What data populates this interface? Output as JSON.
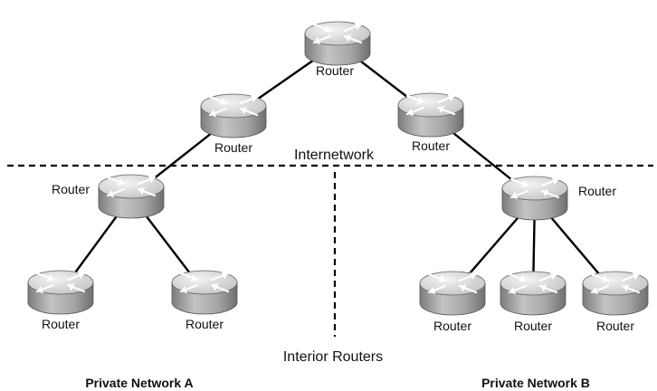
{
  "router_label": "Router",
  "region_labels": {
    "internetwork": "Internetwork",
    "interior": "Interior Routers",
    "network_a": "Private Network A",
    "network_b": "Private Network B"
  },
  "routers": [
    {
      "id": "core"
    },
    {
      "id": "left-mid"
    },
    {
      "id": "right-mid"
    },
    {
      "id": "edge-a"
    },
    {
      "id": "edge-b"
    },
    {
      "id": "a1"
    },
    {
      "id": "a2"
    },
    {
      "id": "b1"
    },
    {
      "id": "b2"
    },
    {
      "id": "b3"
    }
  ],
  "links": [
    [
      "core",
      "left-mid"
    ],
    [
      "core",
      "right-mid"
    ],
    [
      "left-mid",
      "edge-a"
    ],
    [
      "right-mid",
      "edge-b"
    ],
    [
      "edge-a",
      "a1"
    ],
    [
      "edge-a",
      "a2"
    ],
    [
      "edge-b",
      "b1"
    ],
    [
      "edge-b",
      "b2"
    ],
    [
      "edge-b",
      "b3"
    ]
  ],
  "colors": {
    "router_top": "#e6e6e6",
    "router_side": "#9a9a9a",
    "line": "#000000"
  }
}
